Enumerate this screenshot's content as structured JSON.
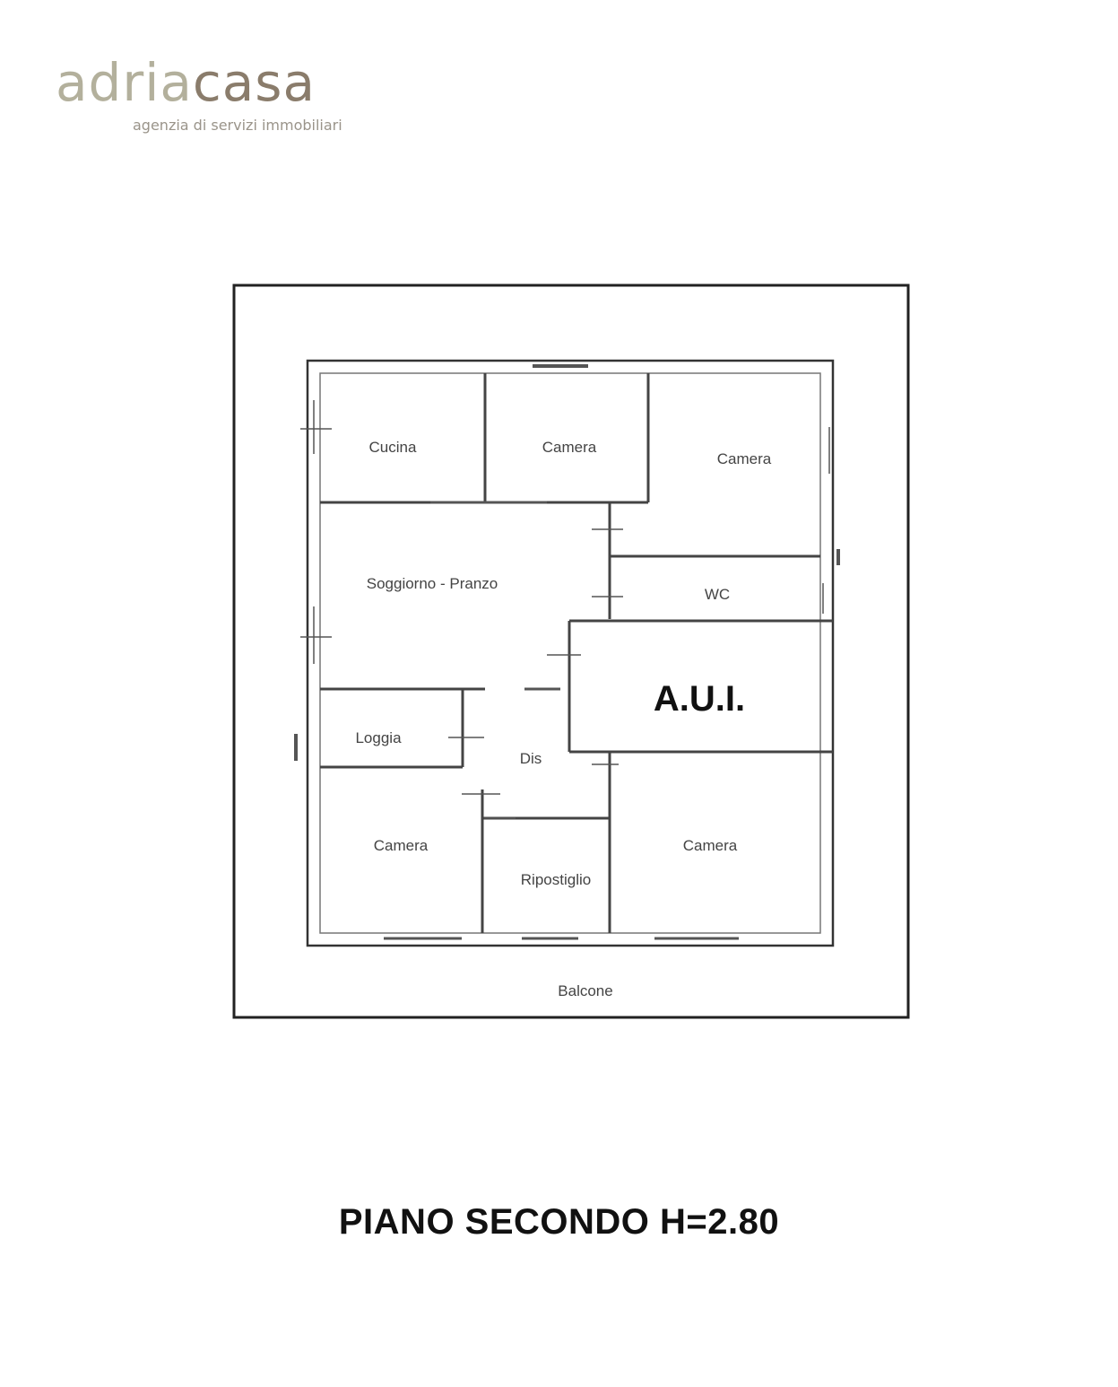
{
  "logo": {
    "brand_part1": "adria",
    "brand_part2": "casa",
    "tagline": "agenzia di servizi immobiliari",
    "color_part1": "#b3b09c",
    "color_part2": "#8a7c6b"
  },
  "plan": {
    "rooms": {
      "cucina": "Cucina",
      "camera_top_middle": "Camera",
      "camera_top_right": "Camera",
      "soggiorno": "Soggiorno - Pranzo",
      "wc": "WC",
      "aui": "A.U.I.",
      "loggia": "Loggia",
      "disimpegno": "Dis",
      "camera_bottom_left": "Camera",
      "ripostiglio": "Ripostiglio",
      "camera_bottom_right": "Camera",
      "balcone": "Balcone"
    }
  },
  "footer": {
    "floor_title": "PIANO SECONDO H=2.80"
  }
}
